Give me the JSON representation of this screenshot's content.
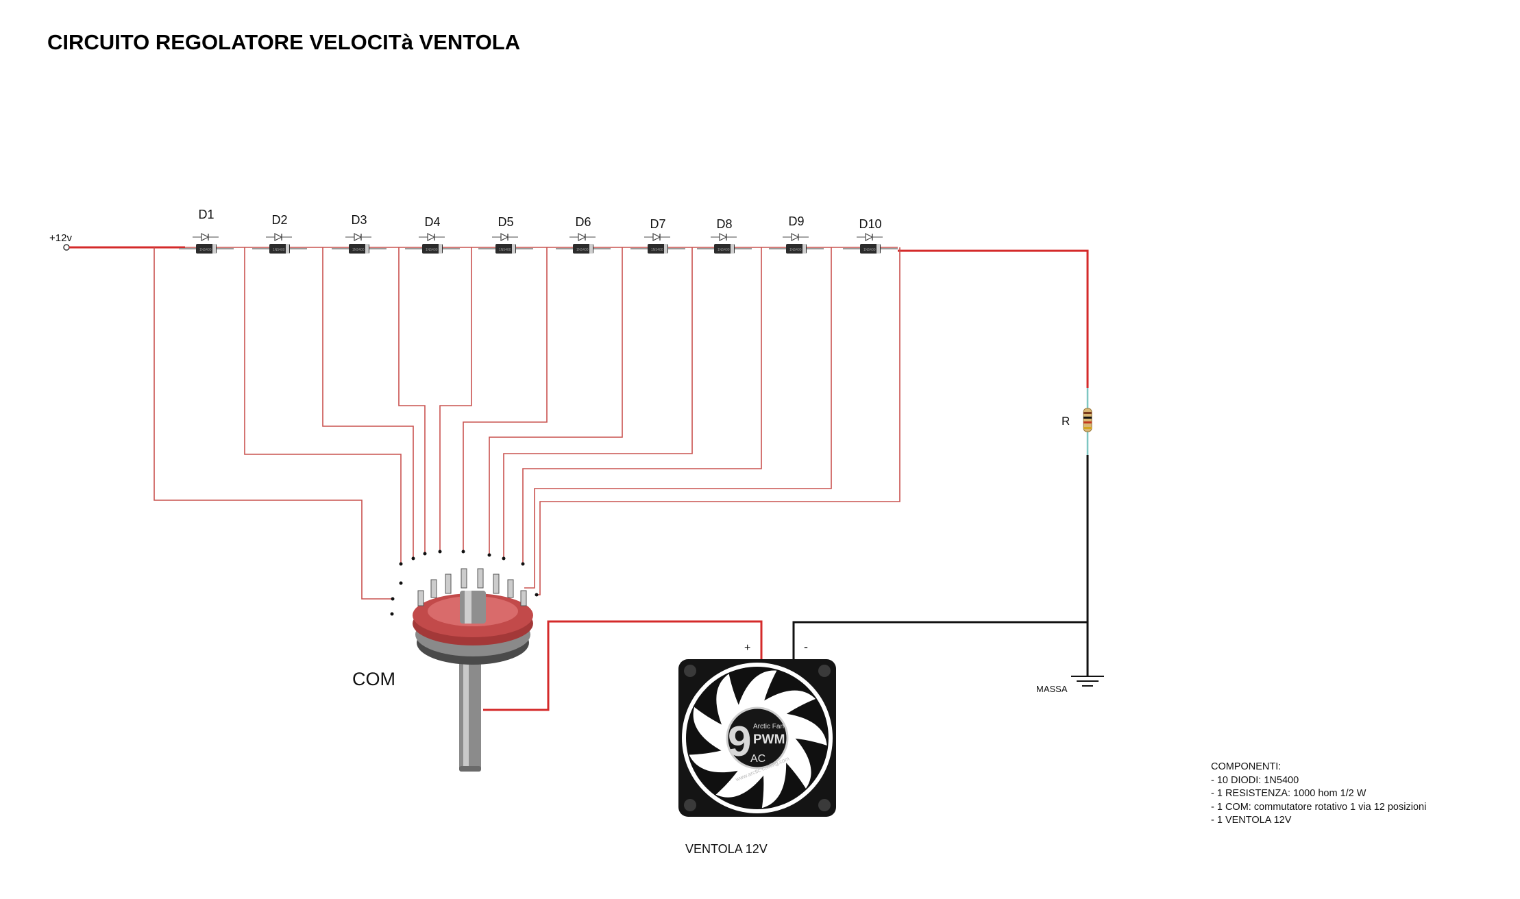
{
  "title": "CIRCUITO REGOLATORE VELOCITà VENTOLA",
  "labels": {
    "supply": "+12v",
    "resistor": "R",
    "ground": "MASSA",
    "switch": "COM",
    "fan": "VENTOLA 12V",
    "fan_plus": "+",
    "fan_minus": "-"
  },
  "fan_logo": {
    "number": "9",
    "brand": "Arctic Fan",
    "model": "PWM",
    "maker": "AC",
    "url": "www.arctic-cooling.com"
  },
  "diodes": [
    {
      "label": "D1",
      "part": "1N5400"
    },
    {
      "label": "D2",
      "part": "1N5400"
    },
    {
      "label": "D3",
      "part": "1N5400"
    },
    {
      "label": "D4",
      "part": "1N5400"
    },
    {
      "label": "D5",
      "part": "1N5400"
    },
    {
      "label": "D6",
      "part": "1N5400"
    },
    {
      "label": "D7",
      "part": "1N5400"
    },
    {
      "label": "D8",
      "part": "1N5400"
    },
    {
      "label": "D9",
      "part": "1N5400"
    },
    {
      "label": "D10",
      "part": "1N5400"
    }
  ],
  "components": {
    "heading": "COMPONENTI:",
    "items": [
      "- 10 DIODI: 1N5400",
      "- 1 RESISTENZA: 1000 hom 1/2 W",
      "- 1 COM: commutatore rotativo 1 via 12 posizioni",
      "- 1 VENTOLA 12V"
    ]
  },
  "colors": {
    "wire_power": "#d42a2a",
    "wire_tap": "#c9524f",
    "wire_ground": "#111111",
    "switch_body": "#c24a4a",
    "fan_frame": "#141414"
  }
}
